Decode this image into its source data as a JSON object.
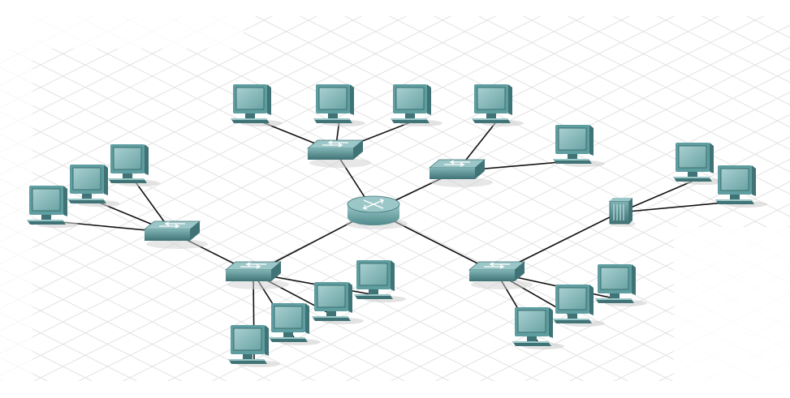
{
  "colors": {
    "background": "#ffffff",
    "grid_line": "#e2e2e2",
    "link": "#111111",
    "device_teal": "#5f9ea0",
    "device_teal_dark": "#3f7375",
    "device_teal_light": "#9cc7c8",
    "screen": "#7fb3b4"
  },
  "devices": [
    {
      "id": "router",
      "kind": "router",
      "icon": "router-icon"
    },
    {
      "id": "sw-top",
      "kind": "switch",
      "icon": "switch-icon"
    },
    {
      "id": "sw-topright",
      "kind": "switch",
      "icon": "switch-icon"
    },
    {
      "id": "sw-left",
      "kind": "switch",
      "icon": "switch-icon"
    },
    {
      "id": "sw-bottomleft",
      "kind": "switch",
      "icon": "switch-icon"
    },
    {
      "id": "sw-bottomright",
      "kind": "switch",
      "icon": "switch-icon"
    },
    {
      "id": "hub-right",
      "kind": "hub",
      "icon": "hub-icon"
    },
    {
      "id": "pc-t1",
      "kind": "pc",
      "icon": "pc-icon"
    },
    {
      "id": "pc-t2",
      "kind": "pc",
      "icon": "pc-icon"
    },
    {
      "id": "pc-t3",
      "kind": "pc",
      "icon": "pc-icon"
    },
    {
      "id": "pc-tr1",
      "kind": "pc",
      "icon": "pc-icon"
    },
    {
      "id": "pc-tr2",
      "kind": "pc",
      "icon": "pc-icon"
    },
    {
      "id": "pc-l1",
      "kind": "pc",
      "icon": "pc-icon"
    },
    {
      "id": "pc-l2",
      "kind": "pc",
      "icon": "pc-icon"
    },
    {
      "id": "pc-l3",
      "kind": "pc",
      "icon": "pc-icon"
    },
    {
      "id": "pc-bl1",
      "kind": "pc",
      "icon": "pc-icon"
    },
    {
      "id": "pc-bl2",
      "kind": "pc",
      "icon": "pc-icon"
    },
    {
      "id": "pc-bl3",
      "kind": "pc",
      "icon": "pc-icon"
    },
    {
      "id": "pc-bl4",
      "kind": "pc",
      "icon": "pc-icon"
    },
    {
      "id": "pc-br1",
      "kind": "pc",
      "icon": "pc-icon"
    },
    {
      "id": "pc-br2",
      "kind": "pc",
      "icon": "pc-icon"
    },
    {
      "id": "pc-br3",
      "kind": "pc",
      "icon": "pc-icon"
    },
    {
      "id": "pc-h1",
      "kind": "pc",
      "icon": "pc-icon"
    },
    {
      "id": "pc-h2",
      "kind": "pc",
      "icon": "pc-icon"
    }
  ],
  "links": [
    [
      "router",
      "sw-top"
    ],
    [
      "router",
      "sw-topright"
    ],
    [
      "router",
      "sw-bottomleft"
    ],
    [
      "router",
      "sw-bottomright"
    ],
    [
      "sw-left",
      "sw-bottomleft"
    ],
    [
      "sw-bottomright",
      "hub-right"
    ],
    [
      "sw-top",
      "pc-t1"
    ],
    [
      "sw-top",
      "pc-t2"
    ],
    [
      "sw-top",
      "pc-t3"
    ],
    [
      "sw-topright",
      "pc-tr1"
    ],
    [
      "sw-topright",
      "pc-tr2"
    ],
    [
      "sw-left",
      "pc-l1"
    ],
    [
      "sw-left",
      "pc-l2"
    ],
    [
      "sw-left",
      "pc-l3"
    ],
    [
      "sw-bottomleft",
      "pc-bl1"
    ],
    [
      "sw-bottomleft",
      "pc-bl2"
    ],
    [
      "sw-bottomleft",
      "pc-bl3"
    ],
    [
      "sw-bottomleft",
      "pc-bl4"
    ],
    [
      "sw-bottomright",
      "pc-br1"
    ],
    [
      "sw-bottomright",
      "pc-br2"
    ],
    [
      "sw-bottomright",
      "pc-br3"
    ],
    [
      "hub-right",
      "pc-h1"
    ],
    [
      "hub-right",
      "pc-h2"
    ]
  ]
}
